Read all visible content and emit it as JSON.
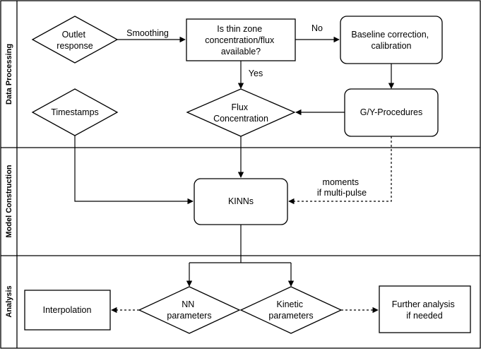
{
  "lanes": {
    "data_processing": "Data Processing",
    "model_construction": "Model Construction",
    "analysis": "Analysis"
  },
  "nodes": {
    "outlet_response": [
      "Outlet",
      "response"
    ],
    "is_thin_zone": [
      "Is thin zone",
      "concentration/flux",
      "available?"
    ],
    "baseline": [
      "Baseline correction,",
      "calibration"
    ],
    "timestamps": [
      "Timestamps"
    ],
    "flux_concentration": [
      "Flux",
      "Concentration"
    ],
    "gy_procedures": [
      "G/Y-Procedures"
    ],
    "kinns": [
      "KINNs"
    ],
    "interpolation": [
      "Interpolation"
    ],
    "nn_parameters": [
      "NN",
      "parameters"
    ],
    "kinetic_parameters": [
      "Kinetic",
      "parameters"
    ],
    "further_analysis": [
      "Further analysis",
      "if needed"
    ]
  },
  "edge_labels": {
    "smoothing": "Smoothing",
    "no": "No",
    "yes": "Yes",
    "moments": [
      "moments",
      "if multi-pulse"
    ]
  }
}
